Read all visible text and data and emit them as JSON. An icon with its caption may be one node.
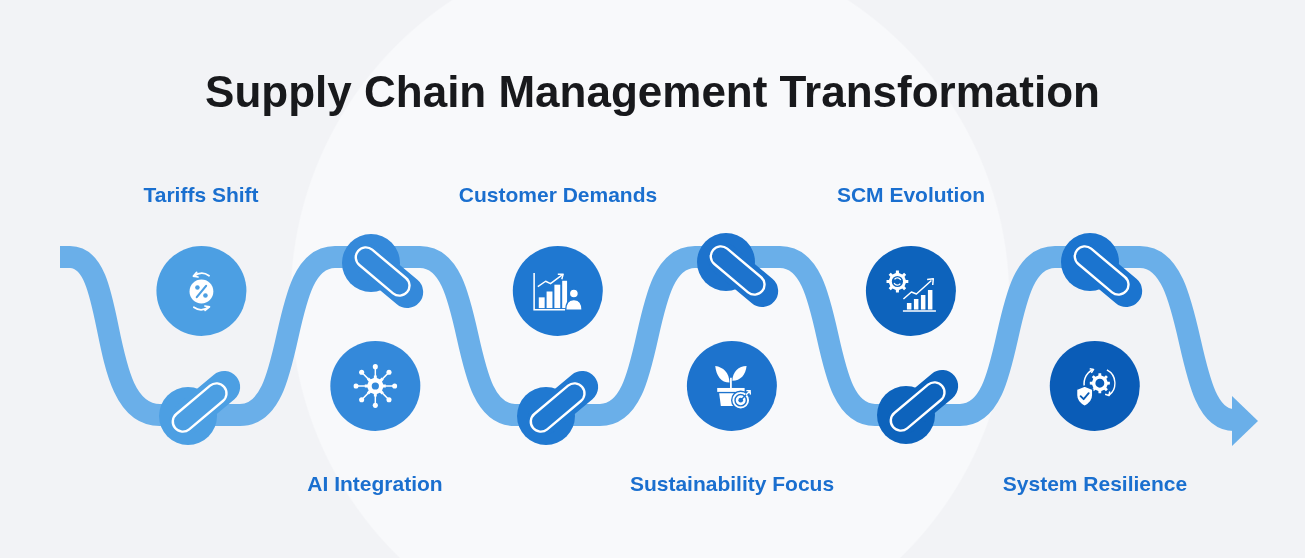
{
  "diagram": {
    "title": "Supply Chain Management Transformation",
    "nodes": [
      {
        "text": [
          "Tariffs Shift"
        ]
      },
      {
        "text": [
          "AI Integration"
        ]
      },
      {
        "text": [
          "Customer Demands"
        ]
      },
      {
        "text": [
          "Sustainability Focus"
        ]
      },
      {
        "text": [
          "SCM Evolution"
        ]
      },
      {
        "text": [
          "System Resilience"
        ]
      }
    ]
  }
}
